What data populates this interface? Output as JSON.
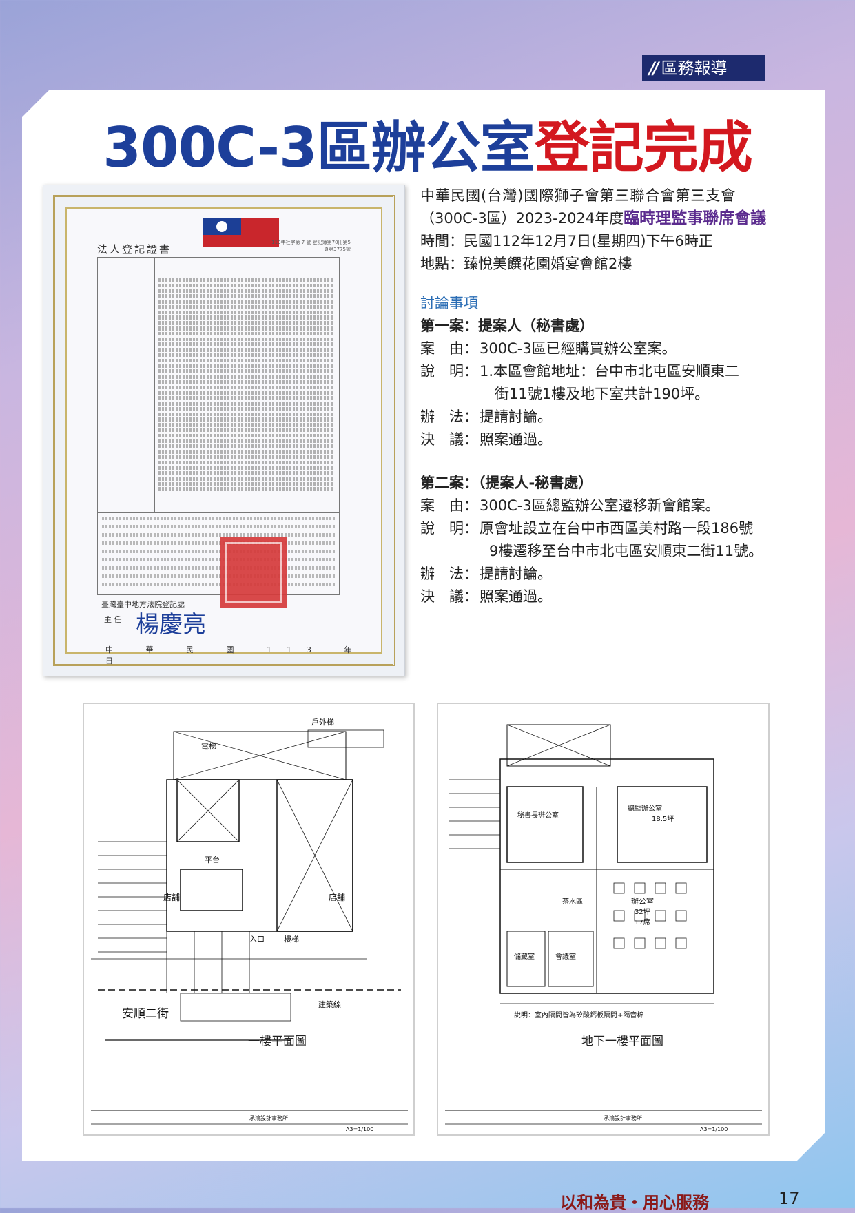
{
  "header": {
    "section_tag": "區務報導"
  },
  "title": {
    "part1": "300C-3區辦公室",
    "part2": "登記完成"
  },
  "certificate": {
    "title": "法人登記證書",
    "number": "113年社字第 7 號 登記簿第70冊第5頁第3775號",
    "court": "臺灣臺中地方法院登記處",
    "chief_label": "主 任",
    "signature": "楊慶亮",
    "date": "中 華 民 國 113 年 日"
  },
  "intro": {
    "line1": "中華民國(台灣)國際獅子會第三聯合會第三支會",
    "line2_prefix": "（300C-3區）2023-2024年度",
    "line2_highlight": "臨時理監事聯席會議",
    "time": "時間：民國112年12月7日(星期四)下午6時正",
    "place": "地點：臻悅美饌花園婚宴會館2樓"
  },
  "discussion": {
    "heading": "討論事項",
    "case1": {
      "title": "第一案：提案人（秘書處）",
      "reason_k": "案　由：",
      "reason_v": "300C-3區已經購買辦公室案。",
      "desc_k": "說　明：",
      "desc_v1": "1.本區會館地址：台中市北屯區安順東二",
      "desc_v2": "街11號1樓及地下室共計190坪。",
      "method_k": "辦　法：",
      "method_v": "提請討論。",
      "resolve_k": "決　議：",
      "resolve_v": "照案通過。"
    },
    "case2": {
      "title": "第二案：（提案人-秘書處）",
      "reason_k": "案　由：",
      "reason_v": "300C-3區總監辦公室遷移新會館案。",
      "desc_k": "說　明：",
      "desc_v1": "原會址設立在台中市西區美村路一段186號",
      "desc_v2": "9樓遷移至台中市北屯區安順東二街11號。",
      "method_k": "辦　法：",
      "method_v": "提請討論。",
      "resolve_k": "決　議：",
      "resolve_v": "照案通過。"
    }
  },
  "plans": {
    "left": {
      "title": "一樓平面圖",
      "street": "安順二街",
      "outdoor_stairs": "戶外梯",
      "elevator": "電梯",
      "platform": "平台",
      "shop_left": "店舖",
      "shop_right": "店舖",
      "entrance": "入口",
      "stairs": "樓梯",
      "building_line": "建築線",
      "firm": "承鴻設計事務所",
      "scale": "A3=1/100"
    },
    "right": {
      "title": "地下一樓平面圖",
      "gov_office": "總監辦公室",
      "secretary": "秘書長辦公室",
      "area": "18.5坪",
      "office": "辦公室",
      "office_area": "32坪",
      "office_seats": "17席",
      "meeting": "會議室",
      "pantry": "茶水區",
      "storage": "儲藏室",
      "note": "說明：室內隔間皆為矽酸鈣板隔間+隔音棉",
      "firm": "承鴻設計事務所",
      "scale": "A3=1/100"
    }
  },
  "footer": {
    "slogan": "以和為貴・用心服務",
    "page": "17"
  }
}
